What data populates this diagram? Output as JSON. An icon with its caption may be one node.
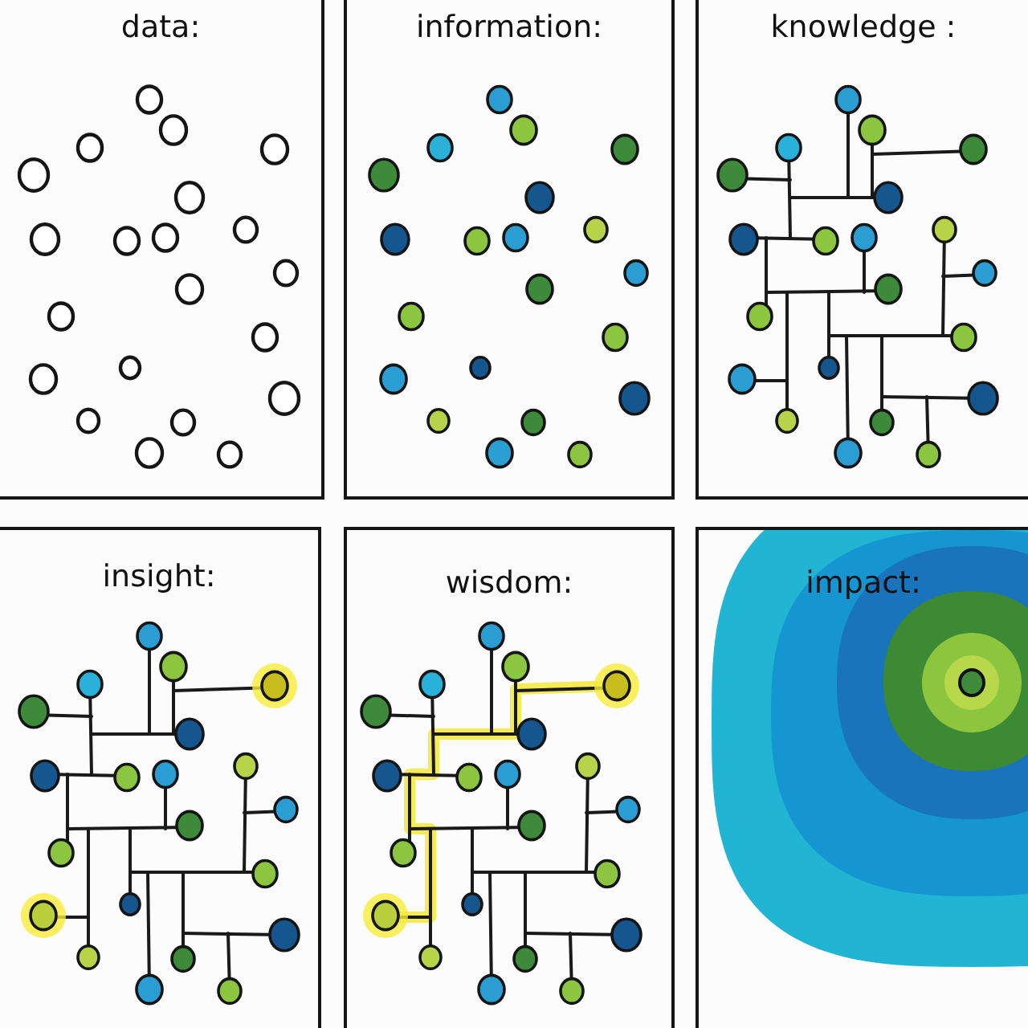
{
  "diagram": {
    "nodes": [
      {
        "text": [
          "data:"
        ]
      },
      {
        "text": [
          "information:"
        ]
      },
      {
        "text": [
          "knowledge :"
        ]
      },
      {
        "text": [
          "insight:"
        ]
      },
      {
        "text": [
          "wisdom:"
        ]
      },
      {
        "text": [
          "impact:"
        ]
      }
    ]
  }
}
